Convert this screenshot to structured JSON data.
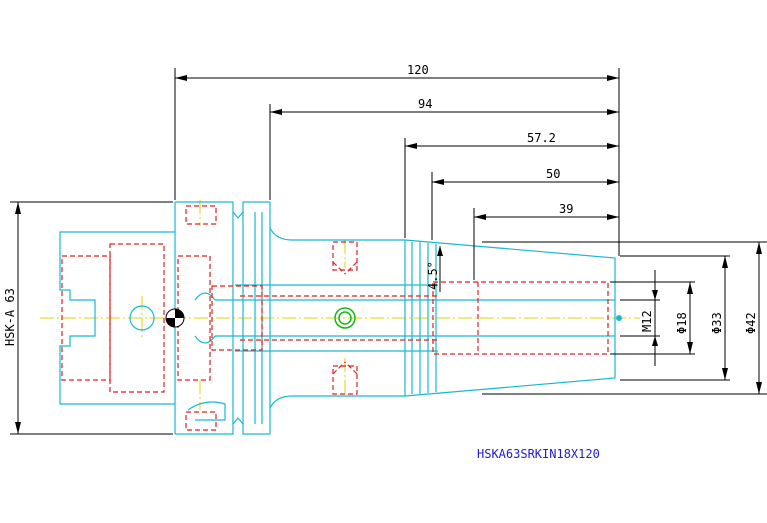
{
  "drawing": {
    "part_number": "HSKA63SRKIN18X120",
    "dimensions": {
      "overall_length": "120",
      "length_94": "94",
      "length_57_2": "57.2",
      "length_50": "50",
      "length_39": "39",
      "taper_angle": "4.5°",
      "interface": "HSK-A 63",
      "thread": "M12",
      "bore_diameter": "Φ18",
      "diameter_33": "Φ33",
      "diameter_42": "Φ42"
    },
    "colors": {
      "outline": "#19b9cf",
      "hidden": "#e02020",
      "centerline": "#e0d000",
      "dimension": "#000000",
      "label": "#2020d0"
    }
  }
}
